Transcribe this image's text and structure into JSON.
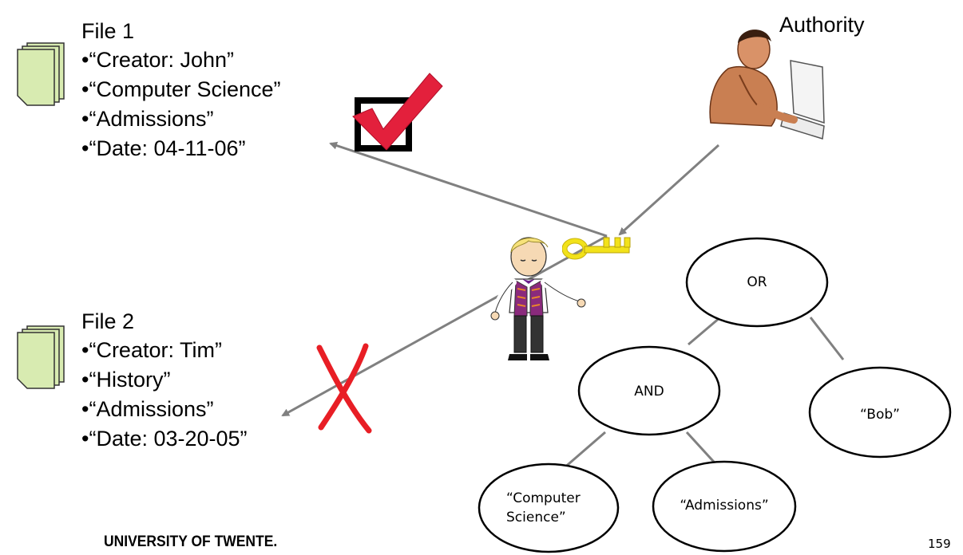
{
  "files": [
    {
      "title": "File 1",
      "attributes": [
        "“Creator: John”",
        "“Computer Science”",
        "“Admissions”",
        "“Date: 04-11-06”"
      ],
      "access": "granted",
      "icon": "document-stack-icon"
    },
    {
      "title": "File 2",
      "attributes": [
        "“Creator: Tim”",
        "“History”",
        "“Admissions”",
        "“Date: 03-20-05”"
      ],
      "access": "denied",
      "icon": "document-stack-icon"
    }
  ],
  "authority": {
    "label": "Authority",
    "icon": "authority-person-computer-icon"
  },
  "user": {
    "icon": "user-with-key-icon",
    "key_icon": "key-icon"
  },
  "policy_tree": {
    "root": "OR",
    "and": "AND",
    "bob": "“Bob”",
    "cs_line1": "“Computer",
    "cs_line2": "Science”",
    "admissions": "“Admissions”"
  },
  "marks": {
    "check": "checkmark-icon",
    "cross": "cross-icon"
  },
  "colors": {
    "file_fill": "#d8ebb1",
    "arrow": "#808080",
    "check": "#e3203c",
    "cross": "#e81e25",
    "key": "#f2e21a"
  },
  "footer": {
    "logo": "UNIVERSITY OF TWENTE.",
    "page": "159"
  }
}
